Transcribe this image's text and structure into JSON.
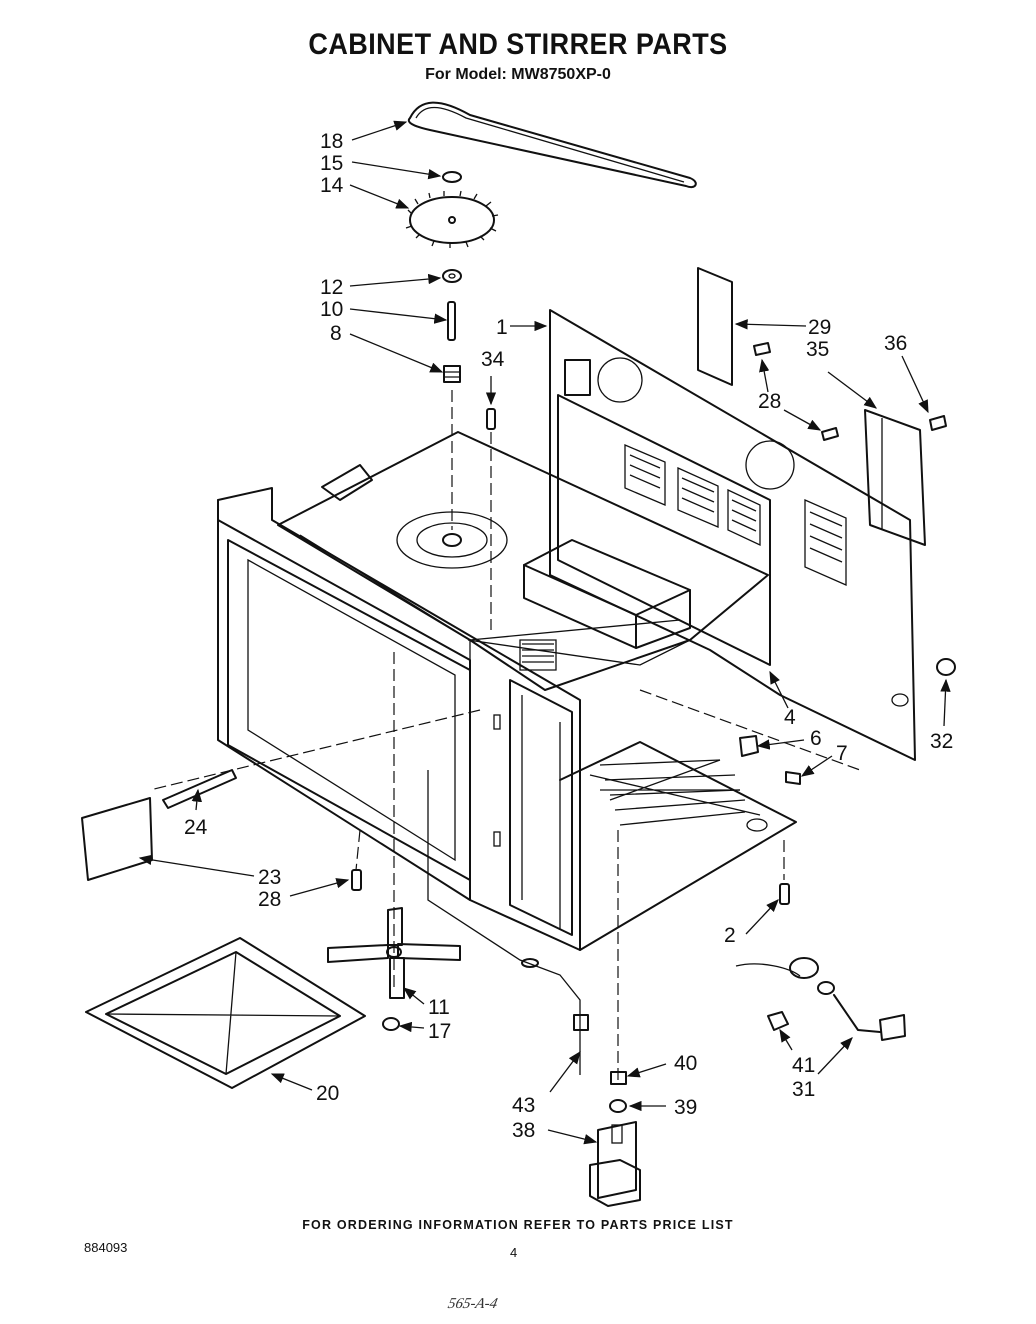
{
  "header": {
    "title": "CABINET AND STIRRER PARTS",
    "subtitle": "For Model: MW8750XP-0"
  },
  "footer": {
    "ordering_note": "FOR ORDERING INFORMATION REFER TO PARTS PRICE LIST",
    "doc_number": "884093",
    "page_number": "4",
    "handwritten_ref": "565-A-4"
  },
  "callouts": {
    "c1": "1",
    "c2": "2",
    "c4": "4",
    "c6": "6",
    "c7": "7",
    "c8": "8",
    "c10": "10",
    "c11": "11",
    "c12": "12",
    "c14": "14",
    "c15": "15",
    "c17": "17",
    "c18": "18",
    "c20": "20",
    "c23": "23",
    "c24": "24",
    "c28a": "28",
    "c28b": "28",
    "c29": "29",
    "c31": "31",
    "c32": "32",
    "c34": "34",
    "c35": "35",
    "c36": "36",
    "c38": "38",
    "c39": "39",
    "c40": "40",
    "c41": "41",
    "c43": "43"
  }
}
